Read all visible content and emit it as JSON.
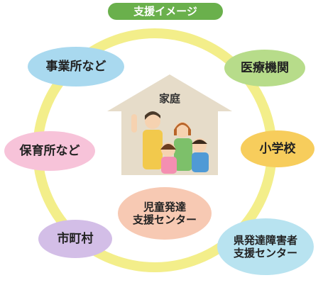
{
  "header": {
    "title": "支援イメージ"
  },
  "center": {
    "label": "家庭"
  },
  "nodes": {
    "business": "事業所など",
    "medical": "医療機関",
    "nursery": "保育所など",
    "school": "小学校",
    "city": "市町村",
    "child_support": "児童発達\n支援センター",
    "pref_support": "県発達障害者\n支援センター"
  },
  "colors": {
    "title_bg": "#6ab04c",
    "ring": "#f3ee8a",
    "house": "#e6dcc9",
    "business": "#a9d9ef",
    "medical": "#b7dc8a",
    "nursery": "#f7c3d9",
    "school": "#f7cd5c",
    "city": "#d3bee7",
    "child_support": "#f7c9b3",
    "pref_support": "#b8e3f0"
  }
}
